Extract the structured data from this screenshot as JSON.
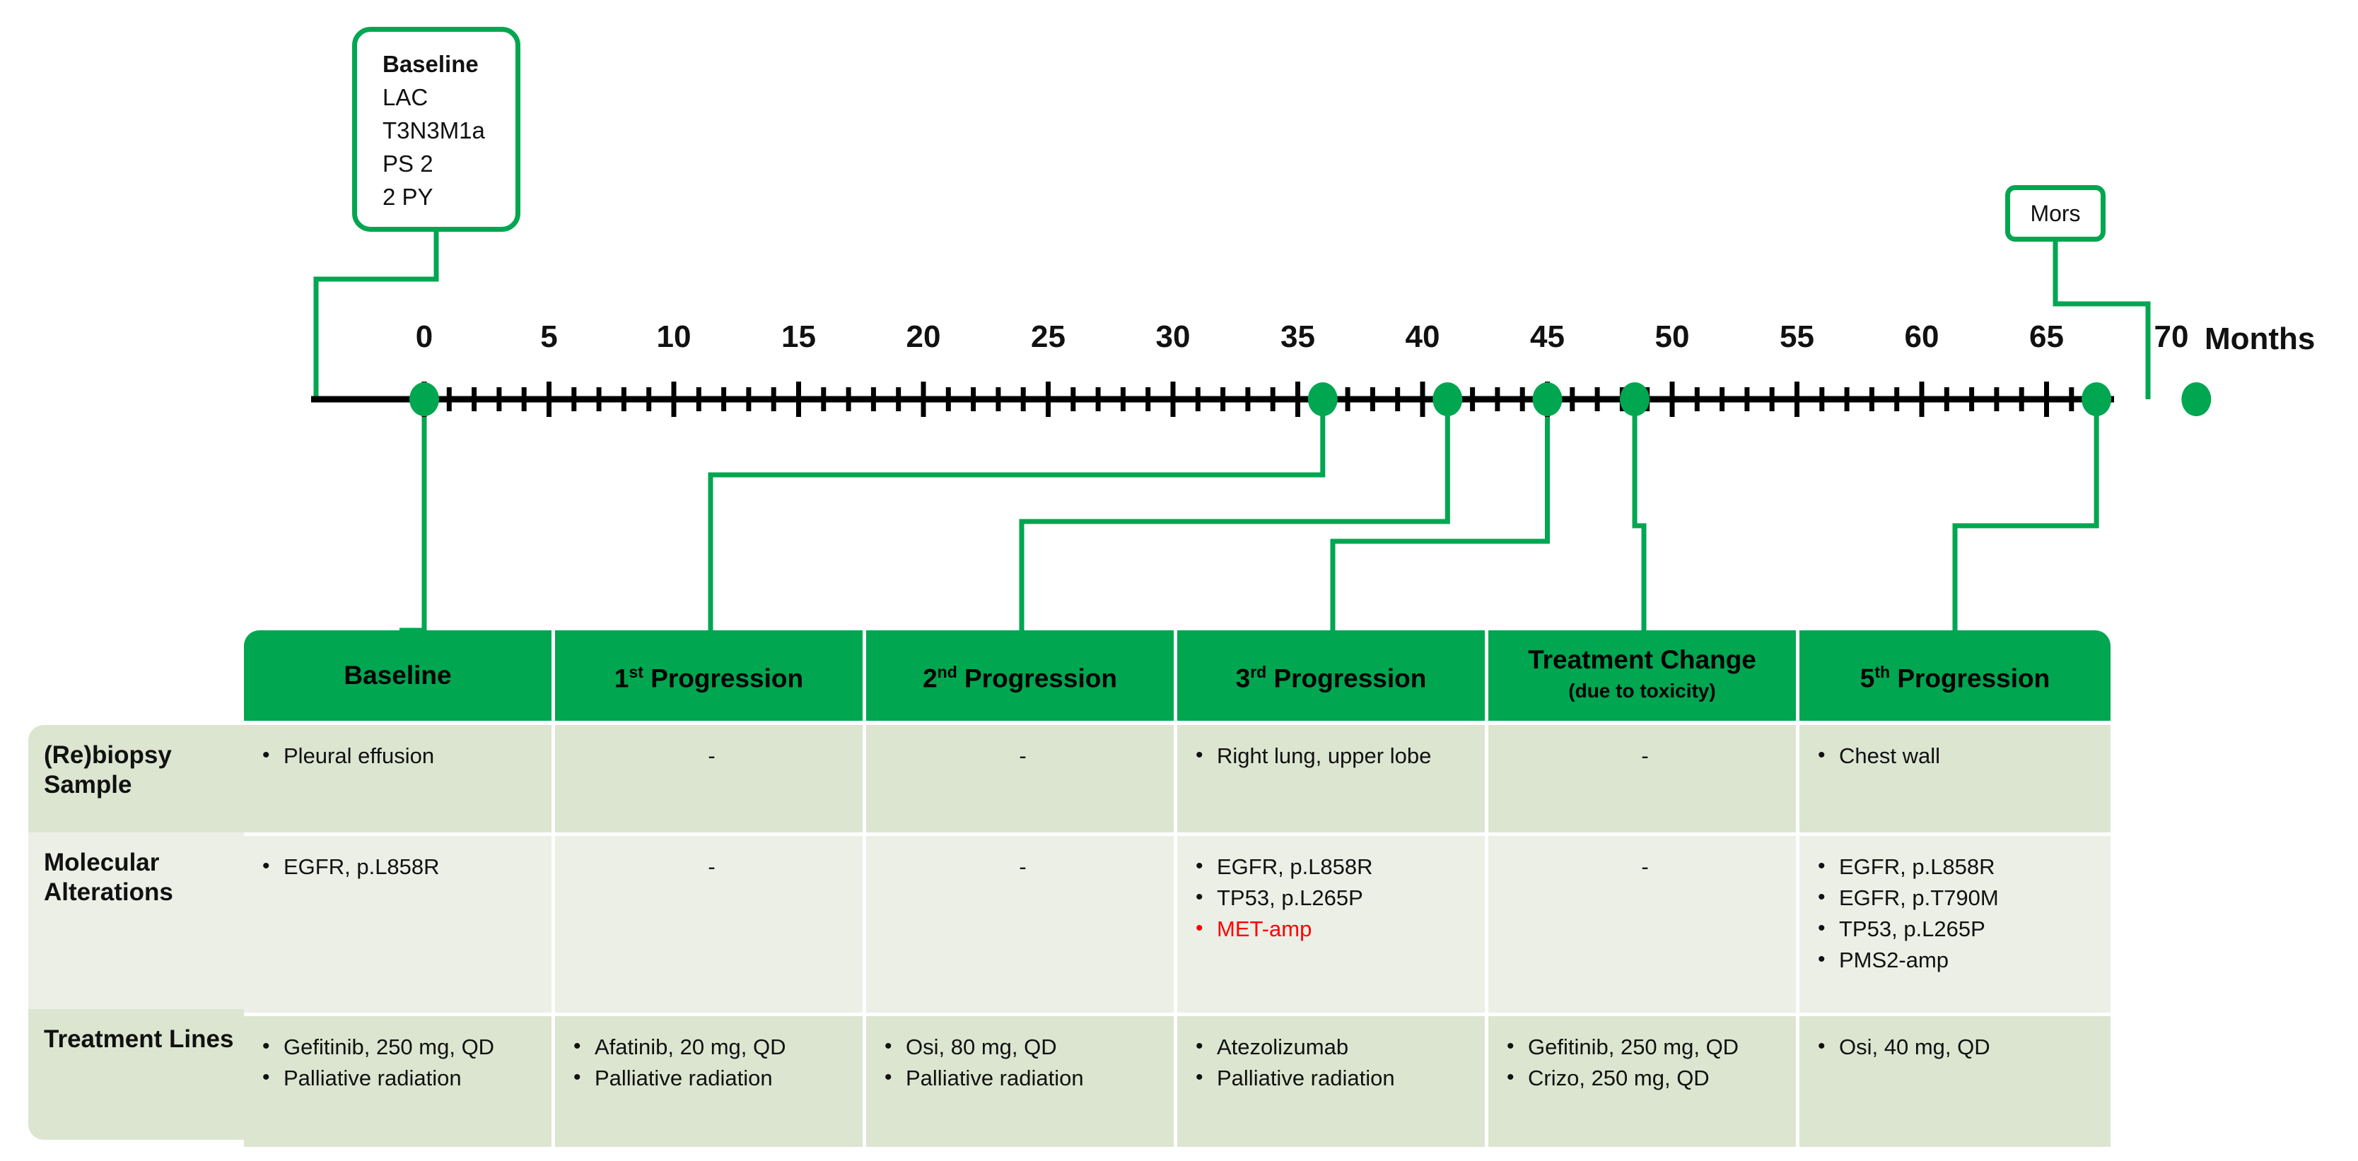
{
  "colors": {
    "green": "#00A650",
    "row_shade_a": "#DCE5D0",
    "row_shade_b": "#EBEFE6",
    "highlight": "#FF0000"
  },
  "baseline_callout": {
    "title": "Baseline",
    "lines": [
      "LAC",
      "T3N3M1a",
      "PS 2",
      "2 PY"
    ]
  },
  "mors_callout": {
    "label": "Mors"
  },
  "axis": {
    "unit_label": "Months",
    "tick_labels": [
      "0",
      "5",
      "10",
      "15",
      "20",
      "25",
      "30",
      "35",
      "40",
      "45",
      "50",
      "55",
      "60",
      "65",
      "70"
    ],
    "tick_values": [
      0,
      5,
      10,
      15,
      20,
      25,
      30,
      35,
      40,
      45,
      50,
      55,
      60,
      65,
      70
    ],
    "min": 0,
    "max": 72,
    "minor_tick_interval": 1,
    "event_markers": [
      0,
      36,
      41,
      45,
      48.5,
      67,
      71
    ]
  },
  "chart_data": {
    "type": "timeline",
    "title": "Clinical course timeline",
    "xlabel": "Months",
    "xlim": [
      0,
      72
    ],
    "events": [
      {
        "month": 0,
        "label": "Baseline"
      },
      {
        "month": 36,
        "label": "1st Progression"
      },
      {
        "month": 41,
        "label": "2nd Progression"
      },
      {
        "month": 45,
        "label": "3rd Progression"
      },
      {
        "month": 48.5,
        "label": "Treatment Change"
      },
      {
        "month": 67,
        "label": "5th Progression"
      },
      {
        "month": 71,
        "label": "Mors"
      }
    ]
  },
  "table": {
    "columns": [
      {
        "label": "Baseline",
        "ordinal": "",
        "sub": ""
      },
      {
        "label": "Progression",
        "ordinal": "1st",
        "sub": ""
      },
      {
        "label": "Progression",
        "ordinal": "2nd",
        "sub": ""
      },
      {
        "label": "Progression",
        "ordinal": "3rd",
        "sub": ""
      },
      {
        "label": "Treatment Change",
        "ordinal": "",
        "sub": "(due to toxicity)"
      },
      {
        "label": "Progression",
        "ordinal": "5th",
        "sub": ""
      }
    ],
    "rows": [
      {
        "label": "(Re)biopsy Sample",
        "cells": [
          [
            "Pleural effusion"
          ],
          [],
          [],
          [
            "Right lung, upper lobe"
          ],
          [],
          [
            "Chest wall"
          ]
        ]
      },
      {
        "label": "Molecular Alterations",
        "cells": [
          [
            "EGFR, p.L858R"
          ],
          [],
          [],
          [
            "EGFR, p.L858R",
            "TP53, p.L265P",
            "MET-amp"
          ],
          [],
          [
            "EGFR, p.L858R",
            "EGFR, p.T790M",
            "TP53, p.L265P",
            "PMS2-amp"
          ]
        ],
        "highlighted": {
          "3": [
            "MET-amp"
          ]
        }
      },
      {
        "label": "Treatment Lines",
        "cells": [
          [
            "Gefitinib, 250 mg, QD",
            "Palliative radiation"
          ],
          [
            "Afatinib, 20 mg, QD",
            "Palliative radiation"
          ],
          [
            "Osi, 80 mg, QD",
            "Palliative radiation"
          ],
          [
            "Atezolizumab",
            "Palliative radiation"
          ],
          [
            "Gefitinib, 250 mg, QD",
            "Crizo, 250 mg, QD"
          ],
          [
            "Osi, 40 mg, QD"
          ]
        ]
      }
    ],
    "empty_marker": "-"
  }
}
